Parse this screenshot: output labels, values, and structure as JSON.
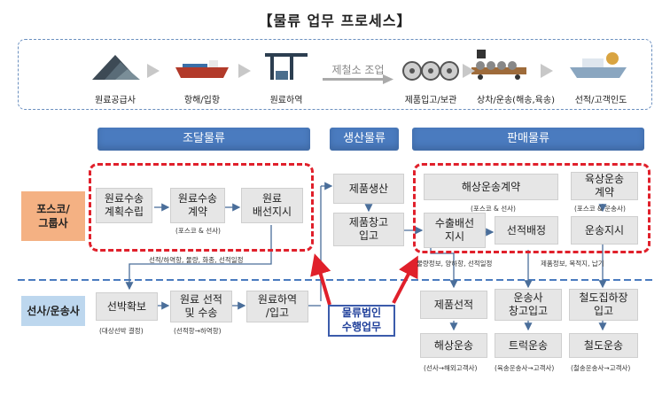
{
  "title": "【물류 업무 프로세스】",
  "stages": [
    {
      "label": "원료공급사",
      "icon": "raw-material-pile-icon"
    },
    {
      "label": "항해/입항",
      "icon": "cargo-ship-icon"
    },
    {
      "label": "원료하역",
      "icon": "port-crane-icon"
    },
    {
      "label": "제철소 조업",
      "icon": "arrow-icon"
    },
    {
      "label": "제품입고/보관",
      "icon": "steel-coils-icon"
    },
    {
      "label": "상차/운송(해송,육송)",
      "icon": "truck-with-coils-icon"
    },
    {
      "label": "선적/고객인도",
      "icon": "product-ship-icon"
    }
  ],
  "sections": {
    "procurement": "조달물류",
    "production": "생산물류",
    "sales": "판매물류"
  },
  "rows": {
    "posco": "포스코/\n그룹사",
    "carrier": "선사/운송사"
  },
  "boxes": {
    "plan": "원료수송\n계획수립",
    "contract": "원료수송\n계약",
    "ship_order": "원료\n배선지시",
    "produce": "제품생산",
    "warehouse": "제품창고\n입고",
    "sea_contract": "해상운송계약",
    "export_ship": "수출배선\n지시",
    "vessel_assign": "선적배정",
    "land_contract": "육상운송\n계약",
    "transport_order": "운송지시",
    "secure_vessel": "선박확보",
    "load_ship": "원료 선적\n및 수송",
    "unload": "원료하역\n/입고",
    "product_ship": "제품선적",
    "sea_transport": "해상운송",
    "carrier_wh": "운송사\n창고입고",
    "truck": "트럭운송",
    "rail_wh": "철도집하장\n입고",
    "rail": "철도운송"
  },
  "notes": {
    "contract_parties": "(포스코 & 선사)",
    "sea_parties": "(포스코 & 선사)",
    "land_parties": "(포스코 & 운송사)",
    "procure_info": "선적/하역항, 물량, 화종, 선적일정",
    "sales_info": "물량정보, 양하항, 선적일정",
    "product_info": "제품정보, 목적지, 납기",
    "secure_sub": "(대상선박 결정)",
    "load_sub": "(선적항→하역항)",
    "sea_sub": "(선사→해외고객사)",
    "truck_sub": "(육송운송사→고객사)",
    "rail_sub": "(철송운송사→고객사)"
  },
  "callout": "물류법인\n수행업무",
  "colors": {
    "header_blue": "#4a7bbf",
    "posco_orange": "#f4b183",
    "carrier_blue": "#bdd7ee",
    "red_frame": "#e0202b"
  }
}
